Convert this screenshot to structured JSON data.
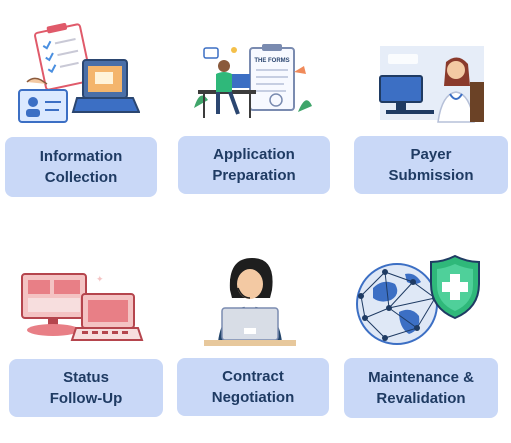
{
  "steps": [
    {
      "id": "information-collection",
      "line1": "Information",
      "line2": "Collection",
      "icon": "clipboard-checklist-icon"
    },
    {
      "id": "application-preparation",
      "line1": "Application",
      "line2": "Preparation",
      "icon": "person-at-desk-forms-icon",
      "sign_text": "THE FORMS"
    },
    {
      "id": "payer-submission",
      "line1": "Payer",
      "line2": "Submission",
      "icon": "doctor-at-computer-icon"
    },
    {
      "id": "status-follow-up",
      "line1": "Status",
      "line2": "Follow-Up",
      "icon": "computer-and-laptop-icon"
    },
    {
      "id": "contract-negotiation",
      "line1": "Contract",
      "line2": "Negotiation",
      "icon": "support-agent-icon"
    },
    {
      "id": "maintenance-revalidation",
      "line1": "Maintenance &",
      "line2": "Revalidation",
      "icon": "globe-shield-icon"
    }
  ],
  "colors": {
    "label_bg": "#c9d8f7",
    "label_text": "#1f3b63",
    "accent_green": "#2fb87a",
    "accent_red": "#e85a5a"
  }
}
